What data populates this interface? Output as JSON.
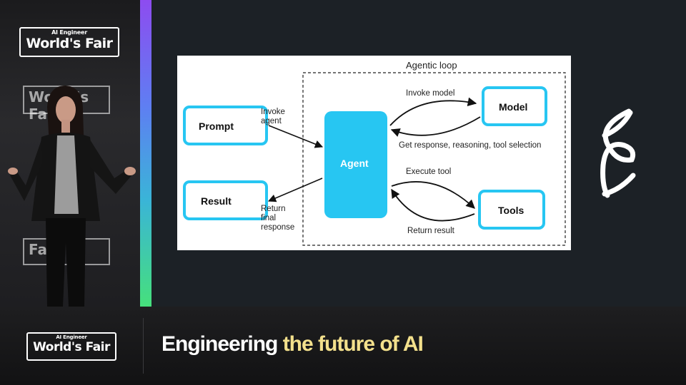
{
  "branding": {
    "logo_small": "AI Engineer",
    "logo_big": "World's Fair",
    "tagline_prefix": "Engineering ",
    "tagline_highlight": "the future of AI",
    "ghost_text_1": "World's Fair",
    "ghost_text_2": "Fair"
  },
  "colors": {
    "accent_cyan": "#27c6f2",
    "highlight_yellow": "#f3e08c",
    "bar_top": "#8d4cf0",
    "bar_bottom": "#46e07c"
  },
  "diagram": {
    "loop_title": "Agentic loop",
    "nodes": {
      "prompt": "Prompt",
      "result": "Result",
      "agent": "Agent",
      "model": "Model",
      "tools": "Tools"
    },
    "edges": {
      "invoke_agent_1": "Invoke",
      "invoke_agent_2": "agent",
      "return_final_1": "Return",
      "return_final_2": "final",
      "return_final_3": "response",
      "invoke_model": "Invoke model",
      "get_response": "Get response, reasoning, tool selection",
      "execute_tool": "Execute tool",
      "return_result": "Return result"
    }
  },
  "icons": {
    "dna": "dna-helix-icon"
  }
}
